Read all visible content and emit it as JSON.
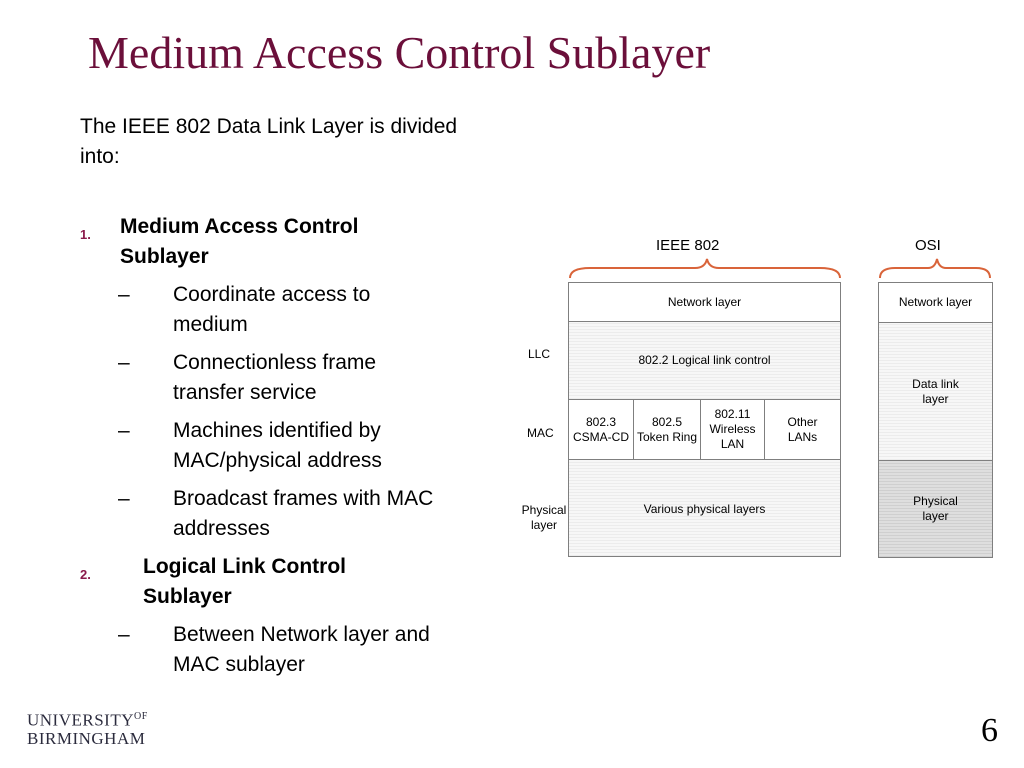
{
  "slide": {
    "title": "Medium Access Control Sublayer",
    "intro": "The IEEE 802 Data Link Layer is divided into:",
    "items": [
      {
        "number": "1.",
        "heading_line1": "Medium Access Control",
        "heading_line2": "Sublayer",
        "dash": "–",
        "subitems": [
          {
            "line1": "Coordinate access to",
            "line2": "medium"
          },
          {
            "line1": "Connectionless frame",
            "line2": "transfer service"
          },
          {
            "line1": "Machines identified by",
            "line2": "MAC/physical address"
          },
          {
            "line1": "Broadcast frames with MAC",
            "line2": "addresses"
          }
        ]
      },
      {
        "number": "2.",
        "heading_line1": "Logical Link Control",
        "heading_line2": "Sublayer",
        "dash": "–",
        "subitems": [
          {
            "line1": "Between Network layer and",
            "line2": "MAC sublayer"
          }
        ]
      }
    ],
    "page_number": "6"
  },
  "diagram": {
    "ieee_header": "IEEE 802",
    "osi_header": "OSI",
    "side_labels": {
      "llc": "LLC",
      "mac": "MAC",
      "physical_line1": "Physical",
      "physical_line2": "layer"
    },
    "ieee": {
      "network": "Network layer",
      "llc": "802.2  Logical link control",
      "mac_cells": [
        {
          "line1": "802.3",
          "line2": "CSMA-CD",
          "line3": ""
        },
        {
          "line1": "802.5",
          "line2": "Token Ring",
          "line3": ""
        },
        {
          "line1": "802.11",
          "line2": "Wireless",
          "line3": "LAN"
        },
        {
          "line1": "Other",
          "line2": "LANs",
          "line3": ""
        }
      ],
      "physical": "Various physical layers"
    },
    "osi": {
      "network": "Network layer",
      "datalink_line1": "Data link",
      "datalink_line2": "layer",
      "physical_line1": "Physical",
      "physical_line2": "layer"
    },
    "brace_color": "#d9643a"
  },
  "logo": {
    "line1": "UNIVERSITY",
    "of": "OF",
    "line2": "BIRMINGHAM"
  }
}
